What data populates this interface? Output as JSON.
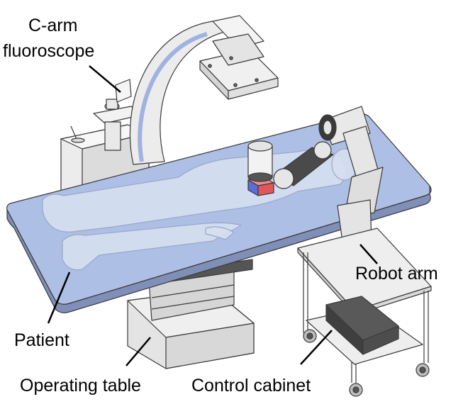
{
  "labels": {
    "c_arm_line1": "C-arm",
    "c_arm_line2": "fluoroscope",
    "robot_arm": "Robot arm",
    "patient": "Patient",
    "operating_table": "Operating table",
    "control_cabinet": "Control cabinet"
  },
  "colors": {
    "table_top": "#aebfe6",
    "table_edge": "#7f8fb8",
    "patient_body": "#d6dff0",
    "equipment": "#e6e6e6",
    "outline": "#3a3a3a",
    "marker_red": "#e0575b",
    "marker_blue": "#5a6ed8"
  }
}
